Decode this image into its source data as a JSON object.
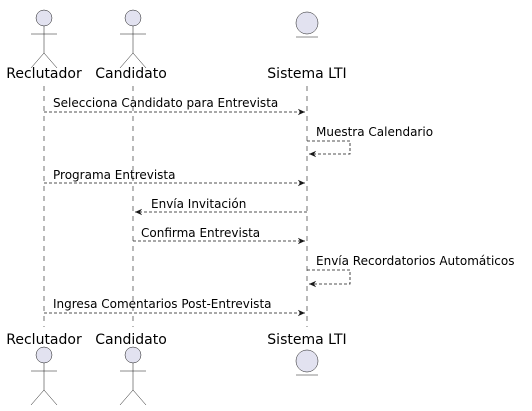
{
  "participants": [
    {
      "id": "reclutador",
      "label": "Reclutador",
      "kind": "actor"
    },
    {
      "id": "candidato",
      "label": "Candidato",
      "kind": "actor"
    },
    {
      "id": "sistema",
      "label": "Sistema LTI",
      "kind": "entity"
    }
  ],
  "messages": [
    {
      "from": "reclutador",
      "to": "sistema",
      "label": "Selecciona Candidato para Entrevista"
    },
    {
      "from": "sistema",
      "to": "sistema",
      "label": "Muestra Calendario"
    },
    {
      "from": "reclutador",
      "to": "sistema",
      "label": "Programa Entrevista"
    },
    {
      "from": "sistema",
      "to": "candidato",
      "label": "Envía Invitación"
    },
    {
      "from": "candidato",
      "to": "sistema",
      "label": "Confirma Entrevista"
    },
    {
      "from": "sistema",
      "to": "sistema",
      "label": "Envía Recordatorios Automáticos"
    },
    {
      "from": "reclutador",
      "to": "sistema",
      "label": "Ingresa Comentarios Post-Entrevista"
    }
  ],
  "colors": {
    "participant_fill": "#E2E2F0",
    "participant_stroke": "#181818",
    "lifeline": "#181818",
    "arrow": "#181818",
    "text": "#000000"
  }
}
